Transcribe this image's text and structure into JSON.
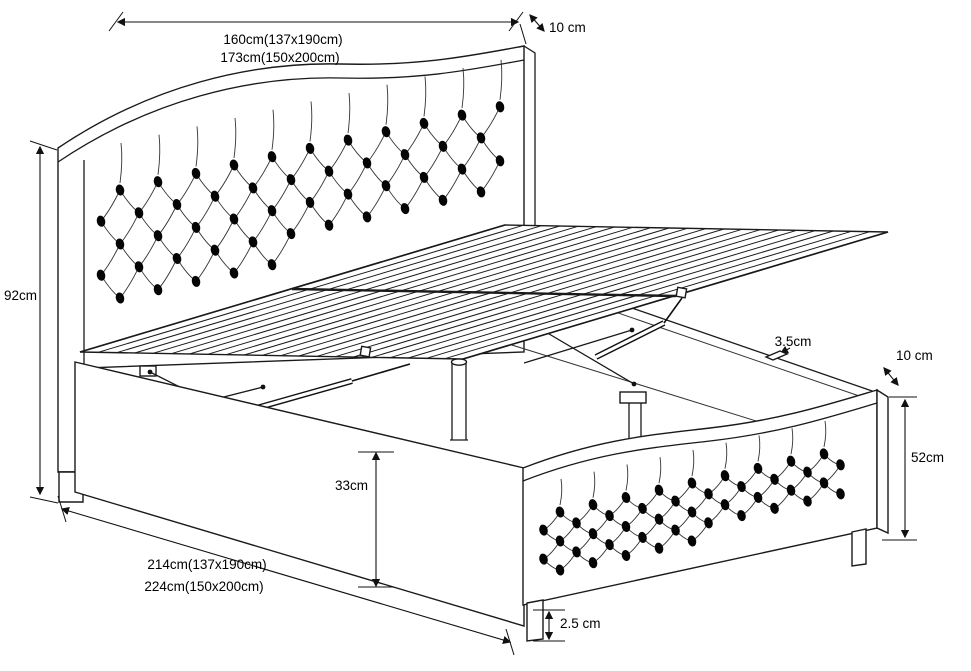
{
  "figure": "ottoman-storage-bed-dimension-drawing",
  "dims": {
    "width_line1": "160cm(137x190cm)",
    "width_line2": "173cm(150x200cm)",
    "headboard_thickness": "10 cm",
    "headboard_height": "92cm",
    "slat_thickness": "3.5cm",
    "footboard_thickness": "10 cm",
    "footboard_height": "52cm",
    "storage_depth": "33cm",
    "length_line1": "214cm(137x190cm)",
    "length_line2": "224cm(150x200cm)",
    "leg_height": "2.5 cm"
  },
  "colors": {
    "line": "#1a1a1a",
    "background": "#ffffff",
    "button": "#050505"
  }
}
